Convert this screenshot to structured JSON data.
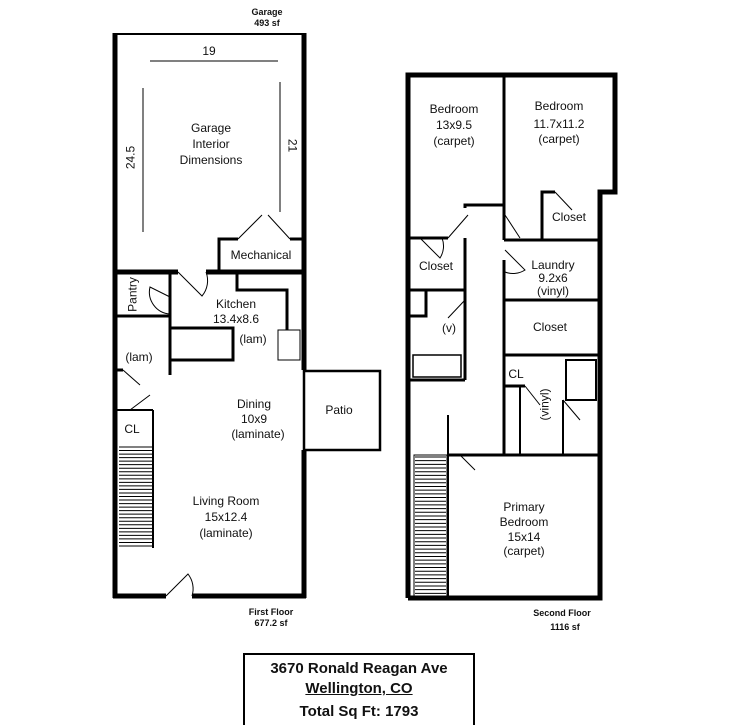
{
  "garage": {
    "label": "Garage",
    "area": "493 sf",
    "title": [
      "Garage",
      "Interior",
      "Dimensions"
    ],
    "dim_width": "19",
    "dim_left": "24.5",
    "dim_right": "21"
  },
  "first_floor": {
    "label": "First Floor",
    "area": "677.2 sf",
    "rooms": {
      "mechanical": "Mechanical",
      "pantry": "Pantry",
      "kitchen": {
        "name": "Kitchen",
        "size": "13.4x8.6",
        "floor": "(lam)"
      },
      "bath": {
        "floor": "(lam)"
      },
      "closet": "CL",
      "dining": {
        "name": "Dining",
        "size": "10x9",
        "floor": "(laminate)"
      },
      "patio": "Patio",
      "living": {
        "name": "Living Room",
        "size": "15x12.4",
        "floor": "(laminate)"
      }
    }
  },
  "second_floor": {
    "label": "Second Floor",
    "area": "1116 sf",
    "rooms": {
      "bedroom1": {
        "name": "Bedroom",
        "size": "13x9.5",
        "floor": "(carpet)"
      },
      "bedroom2": {
        "name": "Bedroom",
        "size": "11.7x11.2",
        "floor": "(carpet)"
      },
      "closet_right": "Closet",
      "closet_left": "Closet",
      "laundry": {
        "name": "Laundry",
        "size": "9.2x6",
        "floor": "(vinyl)"
      },
      "bath": {
        "floor": "(v)"
      },
      "closet_mid": "Closet",
      "cl": "CL",
      "primary_bath": {
        "floor": "(vinyl)"
      },
      "primary": {
        "name": "Primary",
        "name2": "Bedroom",
        "size": "15x14",
        "floor": "(carpet)"
      }
    }
  },
  "info": {
    "address": "3670 Ronald Reagan Ave",
    "city": "Wellington, CO",
    "total": "Total Sq Ft: 1793"
  }
}
